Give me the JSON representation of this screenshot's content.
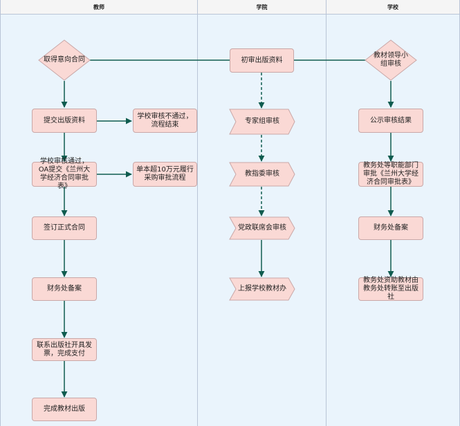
{
  "lanes": {
    "teacher": "教师",
    "college": "学院",
    "school": "学校"
  },
  "nodes": {
    "intent_contract": "取得意向合同",
    "submit_materials": "提交出版资料",
    "school_review_fail": "学校审核不通过，流程结束",
    "school_review_pass": "学校审核通过，OA提交《兰州大学经济合同审批表》",
    "over_100k": "单本超10万元履行采购审批流程",
    "sign_contract": "签订正式合同",
    "finance_record_teacher": "财务处备案",
    "contact_publisher": "联系出版社开具发票，完成支付",
    "complete_publish": "完成教材出版",
    "preliminary_review": "初审出版资料",
    "expert_review": "专家组审核",
    "teaching_committee_review": "教指委审核",
    "party_joint_review": "党政联席会审核",
    "report_textbook_office": "上报学校教材办",
    "leading_group_review": "教材领导小组审核",
    "publicize_results": "公示审核结果",
    "academic_affairs_approval": "教务处等职能部门审批《兰州大学经济合同审批表》",
    "finance_record_school": "财务处备案",
    "fund_transfer": "教务处资助教材由教务处转账至出版社"
  },
  "colors": {
    "lane_bg": "#eaf4fc",
    "node_fill": "#fad9d5",
    "node_stroke": "#c9a7a7",
    "edge": "#0f5c4f"
  }
}
